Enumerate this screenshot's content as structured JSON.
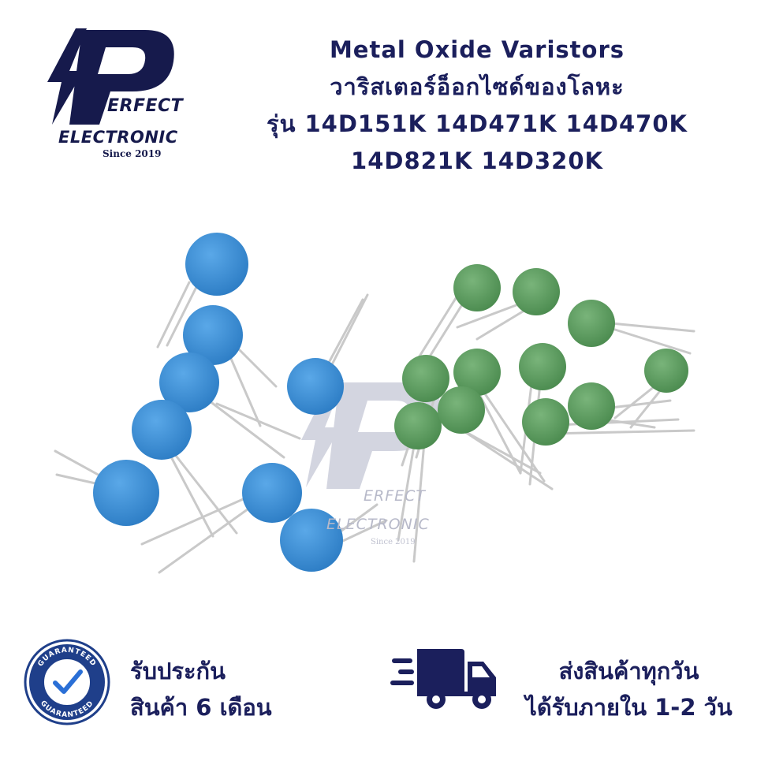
{
  "logo": {
    "letter": "P",
    "line1": "ERFECT",
    "line2": "ELECTRONIC",
    "since": "Since 2019"
  },
  "title": {
    "line1": "Metal Oxide Varistors",
    "line2": "วาริสเตอร์อ็อกไซด์ของโลหะ",
    "line3": "รุ่น 14D151K 14D471K 14D470K",
    "line4": "14D821K 14D320K"
  },
  "watermark": {
    "line1": "ERFECT",
    "line2": "ELECTRONIC",
    "since": "Since 2019"
  },
  "seal": {
    "top_text": "GUARANTEED",
    "bottom_text": "GUARANTEED"
  },
  "warranty": {
    "line1": "รับประกัน",
    "line2": "สินค้า 6 เดือน"
  },
  "shipping": {
    "line1": "ส่งสินค้าทุกวัน",
    "line2": "ได้รับภายใน 1-2 วัน"
  },
  "colors": {
    "navy": "#1b1f5c",
    "varistor_blue": "#3a8fd6",
    "varistor_green": "#5c9e5e",
    "lead_wire": "#c8c8c8"
  },
  "icons": [
    "lightning-bolt-icon",
    "check-icon",
    "delivery-truck-icon"
  ]
}
